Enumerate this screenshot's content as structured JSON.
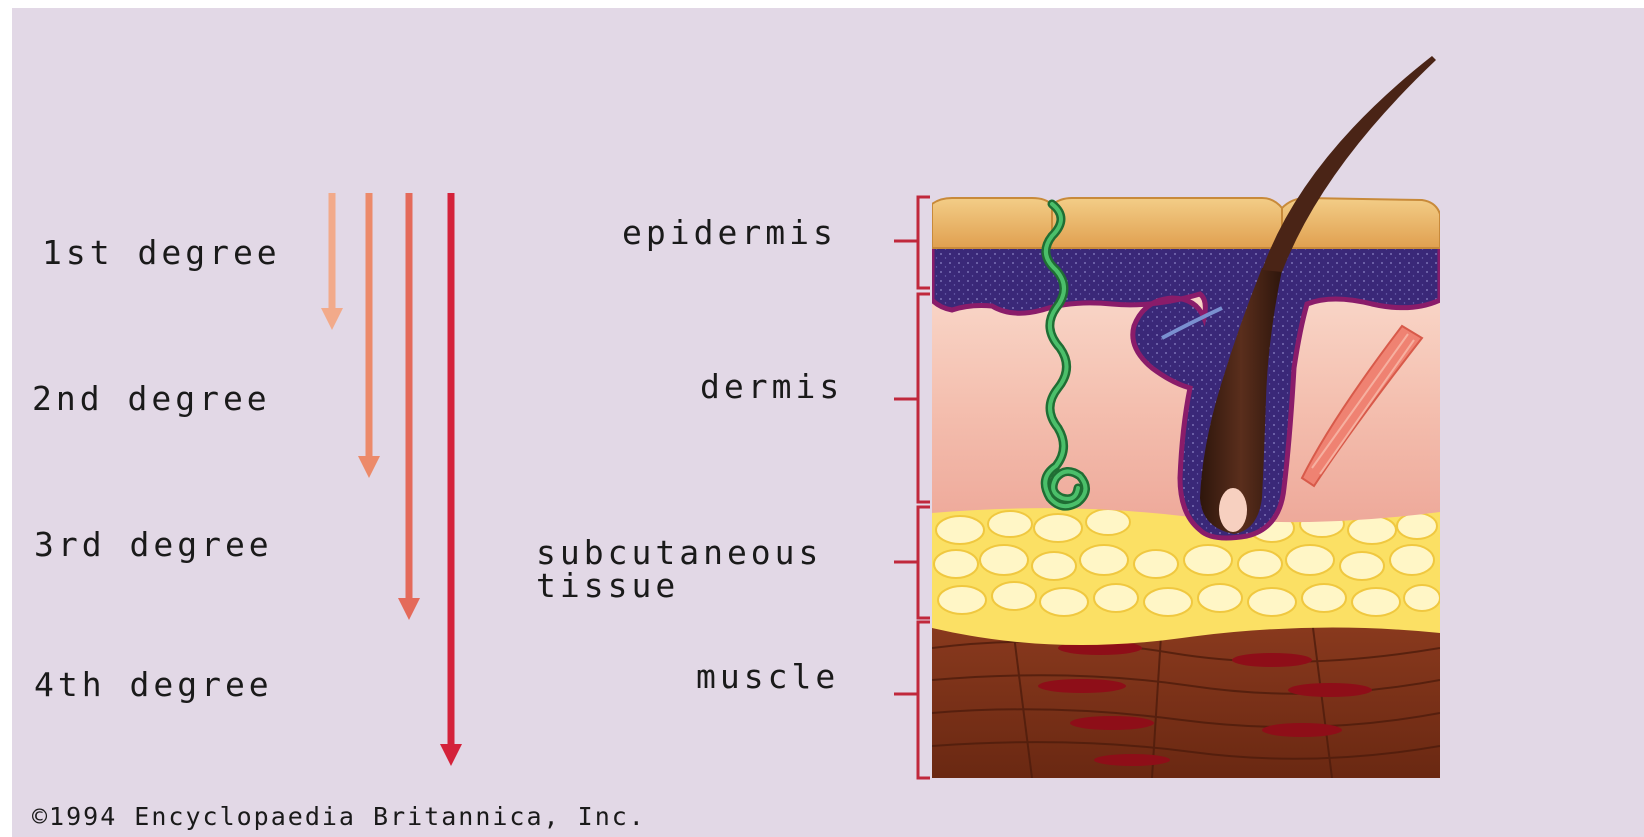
{
  "burn_degrees": [
    {
      "label": "1st degree",
      "color": "#f2aa8a"
    },
    {
      "label": "2nd degree",
      "color": "#ec8a6a"
    },
    {
      "label": "3rd degree",
      "color": "#e46a5a"
    },
    {
      "label": "4th degree",
      "color": "#d4223a"
    }
  ],
  "skin_layers": [
    {
      "label": "epidermis"
    },
    {
      "label": "dermis"
    },
    {
      "label_line1": "subcutaneous",
      "label_line2": "tissue"
    },
    {
      "label": "muscle"
    }
  ],
  "copyright": "©1994 Encyclopaedia Britannica, Inc.",
  "colors": {
    "background": "#e2d8e6",
    "bracket": "#c0283c",
    "epidermis_surface": "#e9b468",
    "basal_layer": "#3d2a7c",
    "dermis": "#f3b8aa",
    "fat": "#fff2a0",
    "muscle": "#7a3018",
    "hair": "#4a2416",
    "sweat_gland": "#2f8f4a"
  }
}
